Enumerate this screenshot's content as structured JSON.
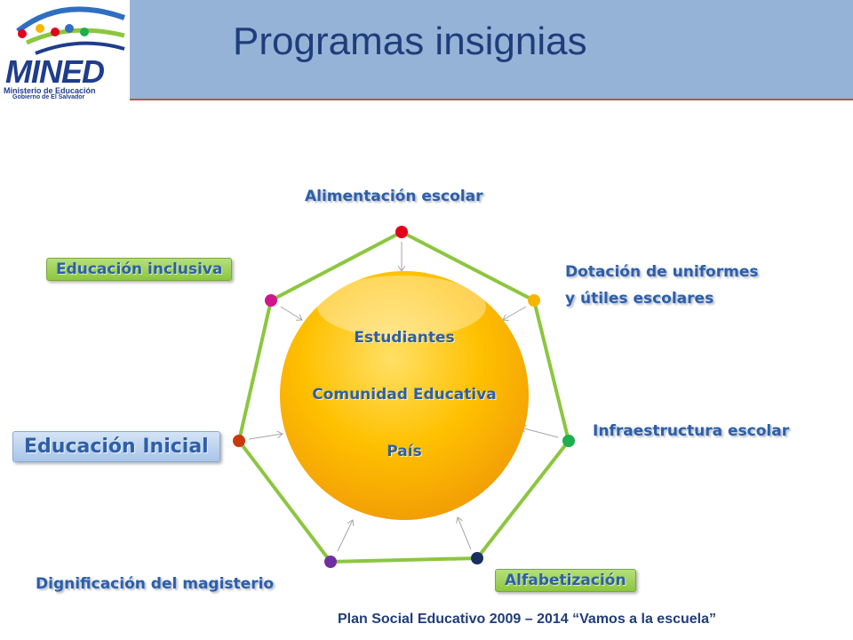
{
  "header": {
    "title": "Programas insignias",
    "logo_main": "MINED",
    "logo_sub1": "Ministerio de Educación",
    "logo_sub2": "Gobierno de El Salvador"
  },
  "diagram": {
    "center_lines": [
      "Estudiantes",
      "Comunidad Educativa",
      "País"
    ],
    "programs": [
      {
        "label": "Alimentación escolar",
        "color": "#e3001b"
      },
      {
        "label": "Dotación de uniformes",
        "label2": "y útiles escolares",
        "color": "#f7b500"
      },
      {
        "label": "Infraestructura escolar",
        "color": "#1eae4e"
      },
      {
        "label": "Alfabetización",
        "color": "#1b2f5e"
      },
      {
        "label": "Dignificación del magisterio",
        "color": "#7030a0"
      },
      {
        "label": "Educación Inicial",
        "color": "#c8390b"
      },
      {
        "label": "Educación inclusiva",
        "color": "#d0168c"
      }
    ],
    "colors": {
      "heptagon": "#8cc63f",
      "circle": "#ffc000",
      "text": "#2e5fa8"
    }
  },
  "footer": {
    "text": "Plan Social Educativo 2009 – 2014 “Vamos a la escuela”"
  }
}
